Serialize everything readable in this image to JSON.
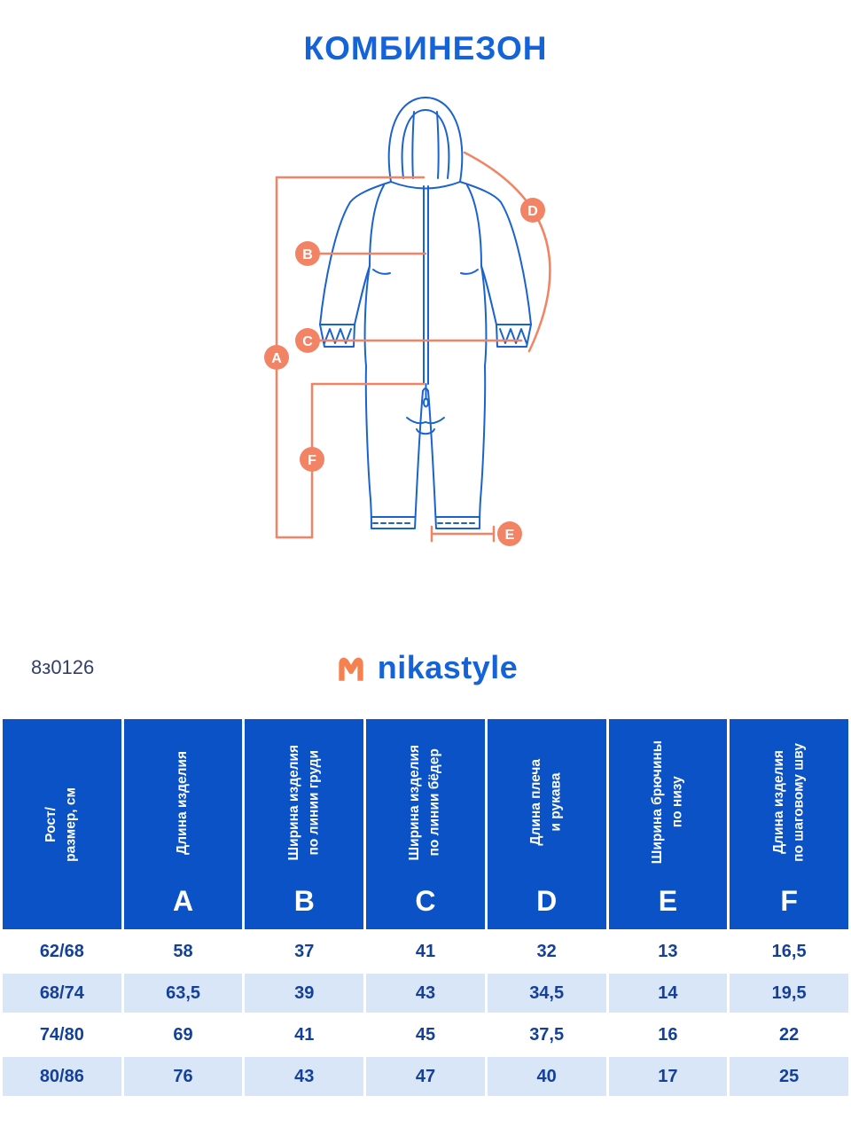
{
  "page": {
    "title": "КОМБИНЕЗОН",
    "product_code": "8з0126",
    "brand": "nikastyle"
  },
  "colors": {
    "primary_blue": "#1463d8",
    "table_header_blue": "#0a52c6",
    "row_alt_blue": "#d9e6f8",
    "accent_orange": "#f28465",
    "cell_text_blue": "#14409a"
  },
  "diagram": {
    "labels": {
      "a": "A",
      "b": "B",
      "c": "C",
      "d": "D",
      "e": "E",
      "f": "F"
    }
  },
  "table": {
    "size_header": "Рост/\nразмер, см",
    "columns": [
      {
        "label": "Длина изделия",
        "letter": "A"
      },
      {
        "label": "Ширина изделия\nпо линии груди",
        "letter": "B"
      },
      {
        "label": "Ширина изделия\nпо линии бёдер",
        "letter": "C"
      },
      {
        "label": "Длина плеча\nи рукава",
        "letter": "D"
      },
      {
        "label": "Ширина брючины\nпо низу",
        "letter": "E"
      },
      {
        "label": "Длина изделия\nпо шаговому шву",
        "letter": "F"
      }
    ],
    "rows": [
      {
        "size": "62/68",
        "values": [
          "58",
          "37",
          "41",
          "32",
          "13",
          "16,5"
        ]
      },
      {
        "size": "68/74",
        "values": [
          "63,5",
          "39",
          "43",
          "34,5",
          "14",
          "19,5"
        ]
      },
      {
        "size": "74/80",
        "values": [
          "69",
          "41",
          "45",
          "37,5",
          "16",
          "22"
        ]
      },
      {
        "size": "80/86",
        "values": [
          "76",
          "43",
          "47",
          "40",
          "17",
          "25"
        ]
      }
    ]
  }
}
